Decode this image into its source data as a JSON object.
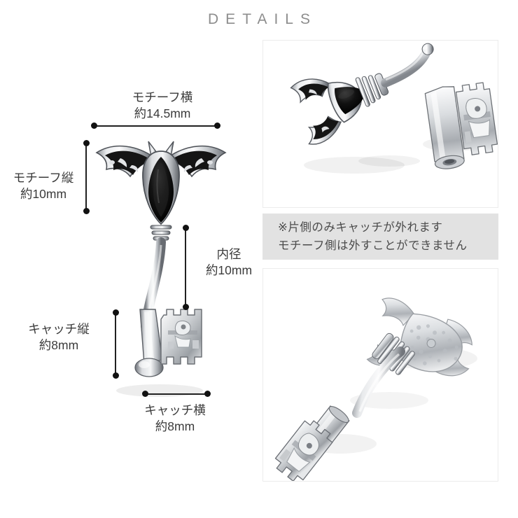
{
  "header": {
    "title": "DETAILS"
  },
  "colors": {
    "title_gray": "#8d8d8d",
    "text_dark": "#3b3b3b",
    "note_text": "#4b4b4b",
    "note_bg": "#e2e2e2",
    "panel_border": "#ececec",
    "dimension_line": "#202020",
    "metal_light": "#f2f2f2",
    "metal_mid": "#b9bcc0",
    "metal_dark": "#6e7277",
    "stone_black": "#0d0d0d"
  },
  "diagram": {
    "labels": [
      {
        "id": "motif-width",
        "line1": "モチーフ横",
        "line2": "約14.5mm"
      },
      {
        "id": "motif-height",
        "line1": "モチーフ縦",
        "line2": "約10mm"
      },
      {
        "id": "inner-diameter",
        "line1": "内径",
        "line2": "約10mm"
      },
      {
        "id": "catch-height",
        "line1": "キャッチ縦",
        "line2": "約8mm"
      },
      {
        "id": "catch-width",
        "line1": "キャッチ横",
        "line2": "約8mm"
      }
    ]
  },
  "note": {
    "line1": "※片側のみキャッチが外れます",
    "line2": "モチーフ側は外すことができません"
  },
  "photos": {
    "top_right": {
      "alt": "bat-motif-body-and-detached-catch"
    },
    "bottom_right": {
      "alt": "assembled-bat-navel-barbell-angled"
    },
    "main": {
      "alt": "bat-motif-navel-barbell-front"
    }
  }
}
